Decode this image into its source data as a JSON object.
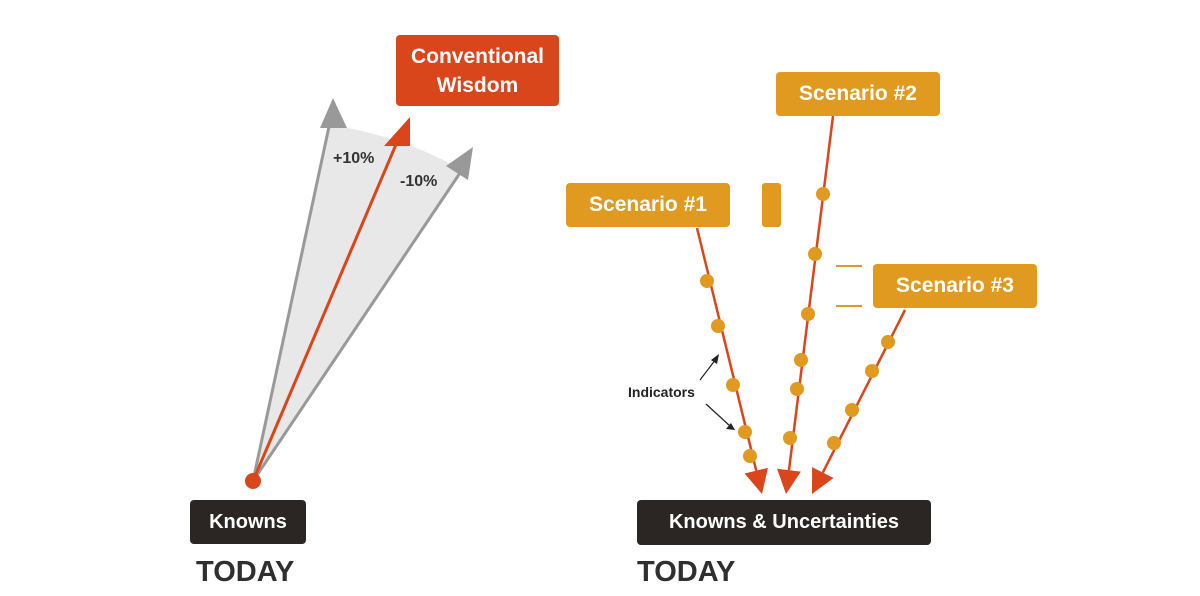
{
  "left": {
    "top_label": "Conventional Wisdom",
    "plus_label": "+10%",
    "minus_label": "-10%",
    "base_label": "Knowns",
    "time_label": "TODAY"
  },
  "right": {
    "scenarios": [
      "Scenario #1",
      "Scenario #2",
      "Scenario #3"
    ],
    "indicators_label": "Indicators",
    "base_label": "Knowns & Uncertainties",
    "time_label": "TODAY"
  },
  "colors": {
    "red": "#d9461c",
    "orange": "#e09a20",
    "dark": "#2b2523",
    "gray": "#999999",
    "wedge": "#e8e8e8"
  }
}
